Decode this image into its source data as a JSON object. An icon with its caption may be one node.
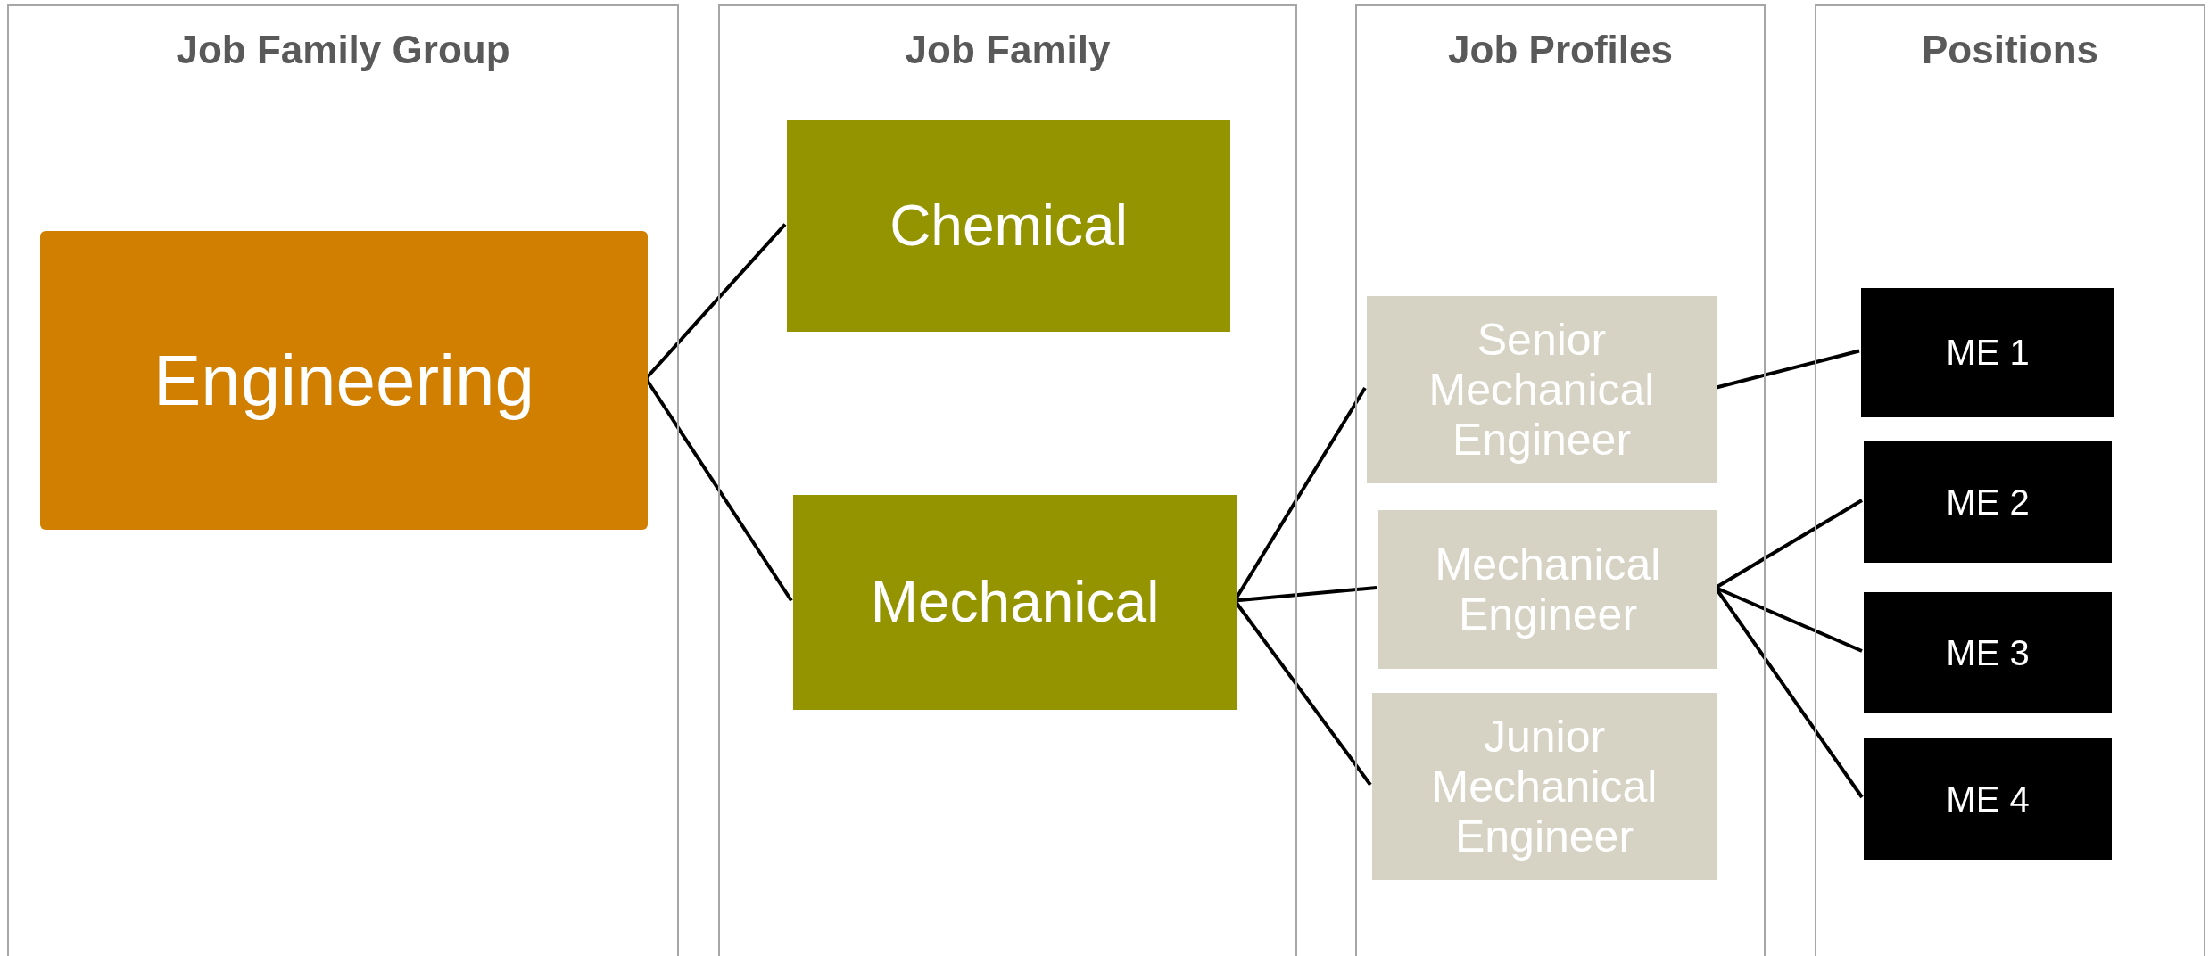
{
  "diagram": {
    "nodes": [
      {
        "text": [
          "Job Family Group"
        ]
      },
      {
        "text": [
          "Engineering"
        ],
        "in": 0
      },
      {
        "text": [
          "Job Family"
        ]
      },
      {
        "text": [
          "Chemical"
        ],
        "in": 2
      },
      {
        "text": [
          "Mechanical"
        ],
        "in": 2
      },
      {
        "text": [
          "Job Profiles"
        ]
      },
      {
        "text": [
          "Senior Mechanical Engineer"
        ],
        "in": 5
      },
      {
        "text": [
          "Mechanical Engineer"
        ],
        "in": 5
      },
      {
        "text": [
          "Junior Mechanical Engineer"
        ],
        "in": 5
      },
      {
        "text": [
          "Positions"
        ]
      },
      {
        "text": [
          "ME 1"
        ],
        "in": 9
      },
      {
        "text": [
          "ME 2"
        ],
        "in": 9
      },
      {
        "text": [
          "ME 3"
        ],
        "in": 9
      },
      {
        "text": [
          "ME 4"
        ],
        "in": 9
      }
    ],
    "edges": [
      {
        "from": 1,
        "to": 3,
        "arrow": "none"
      },
      {
        "from": 1,
        "to": 4,
        "arrow": "none"
      },
      {
        "from": 4,
        "to": 6,
        "arrow": "none"
      },
      {
        "from": 4,
        "to": 7,
        "arrow": "none"
      },
      {
        "from": 4,
        "to": 8,
        "arrow": "none"
      },
      {
        "from": 6,
        "to": 10,
        "arrow": "none"
      },
      {
        "from": 7,
        "to": 11,
        "arrow": "none"
      },
      {
        "from": 7,
        "to": 12,
        "arrow": "none"
      },
      {
        "from": 7,
        "to": 13,
        "arrow": "none"
      }
    ]
  }
}
